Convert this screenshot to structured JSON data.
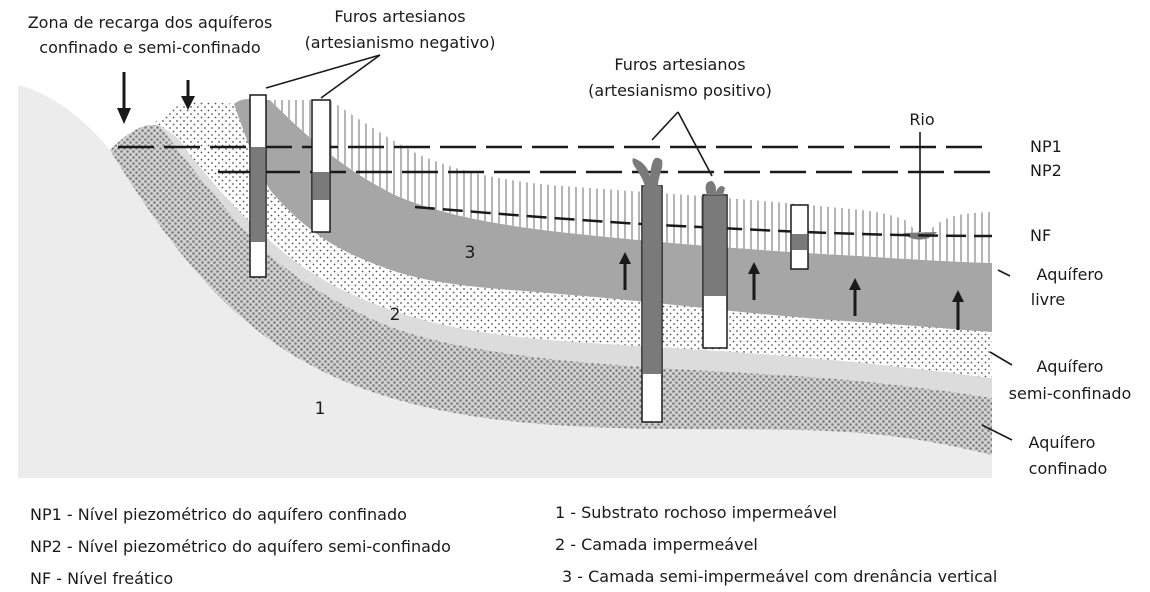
{
  "labels": {
    "recharge_line1": "Zona de recarga dos aquíferos",
    "recharge_line2": "confinado e semi-confinado",
    "wells_negative_line1": "Furos artesianos",
    "wells_negative_line2": "(artesianismo negativo)",
    "wells_positive_line1": "Furos artesianos",
    "wells_positive_line2": "(artesianismo positivo)",
    "river": "Rio",
    "np1": "NP1",
    "np2": "NP2",
    "nf": "NF",
    "aquifer_free_line1": "Aquífero",
    "aquifer_free_line2": "livre",
    "aquifer_semi_line1": "Aquífero",
    "aquifer_semi_line2": "semi-confinado",
    "aquifer_conf_line1": "Aquífero",
    "aquifer_conf_line2": "confinado",
    "layer1": "1",
    "layer2": "2",
    "layer3": "3"
  },
  "legend": {
    "np1": "NP1 - Nível piezométrico do aquífero confinado",
    "np2": "NP2 - Nível piezométrico do aquífero semi-confinado",
    "nf": "NF - Nível freático",
    "l1": "1 - Substrato rochoso impermeável",
    "l2": "2 - Camada impermeável",
    "l3": "3 - Camada semi-impermeável com drenância vertical"
  },
  "colors": {
    "bedrock": "#ececec",
    "confined_dots": "#8a8a8a",
    "impermeable": "#dcdcdc",
    "semiconfined_dots": "#555555",
    "semi_impermeable": "#a6a6a6",
    "free_stripes": "#b5b5b5",
    "water_in_well": "#7a7a7a"
  }
}
